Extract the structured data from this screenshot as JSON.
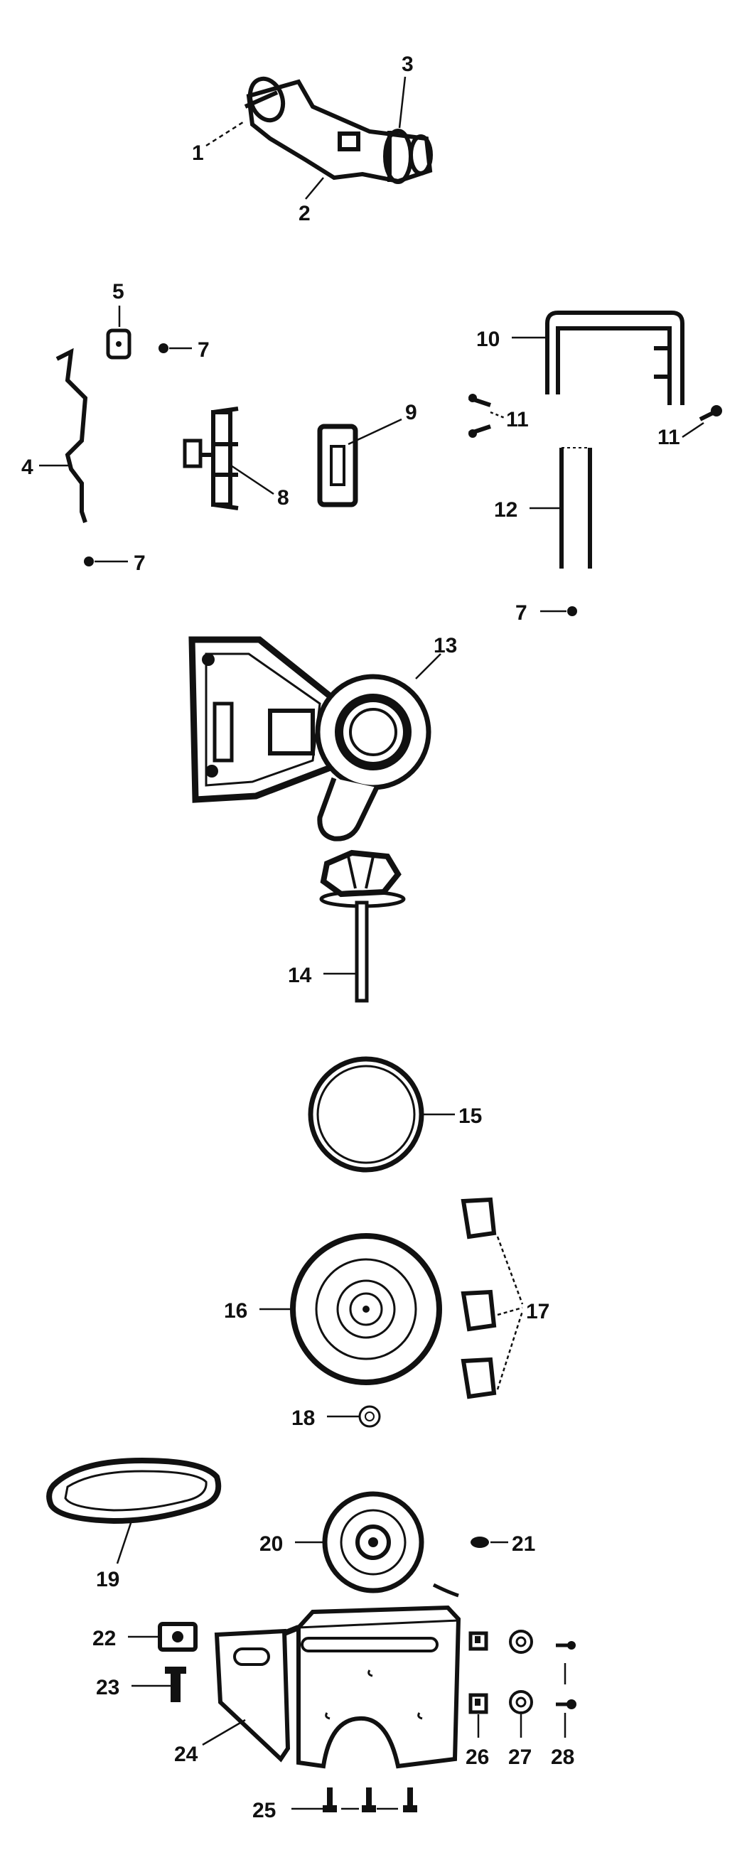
{
  "diagram": {
    "parts": [
      {
        "id": "part-1",
        "label": "1"
      },
      {
        "id": "part-2",
        "label": "2"
      },
      {
        "id": "part-3",
        "label": "3"
      },
      {
        "id": "part-4",
        "label": "4"
      },
      {
        "id": "part-5",
        "label": "5"
      },
      {
        "id": "part-7a",
        "label": "7"
      },
      {
        "id": "part-7b",
        "label": "7"
      },
      {
        "id": "part-7c",
        "label": "7"
      },
      {
        "id": "part-8",
        "label": "8"
      },
      {
        "id": "part-9",
        "label": "9"
      },
      {
        "id": "part-10",
        "label": "10"
      },
      {
        "id": "part-11a",
        "label": "11"
      },
      {
        "id": "part-11b",
        "label": "11"
      },
      {
        "id": "part-12",
        "label": "12"
      },
      {
        "id": "part-13",
        "label": "13"
      },
      {
        "id": "part-14",
        "label": "14"
      },
      {
        "id": "part-15",
        "label": "15"
      },
      {
        "id": "part-16",
        "label": "16"
      },
      {
        "id": "part-17",
        "label": "17"
      },
      {
        "id": "part-18",
        "label": "18"
      },
      {
        "id": "part-19",
        "label": "19"
      },
      {
        "id": "part-20",
        "label": "20"
      },
      {
        "id": "part-21",
        "label": "21"
      },
      {
        "id": "part-22",
        "label": "22"
      },
      {
        "id": "part-23",
        "label": "23"
      },
      {
        "id": "part-24",
        "label": "24"
      },
      {
        "id": "part-25",
        "label": "25"
      },
      {
        "id": "part-26",
        "label": "26"
      },
      {
        "id": "part-27",
        "label": "27"
      },
      {
        "id": "part-28",
        "label": "28"
      }
    ]
  }
}
